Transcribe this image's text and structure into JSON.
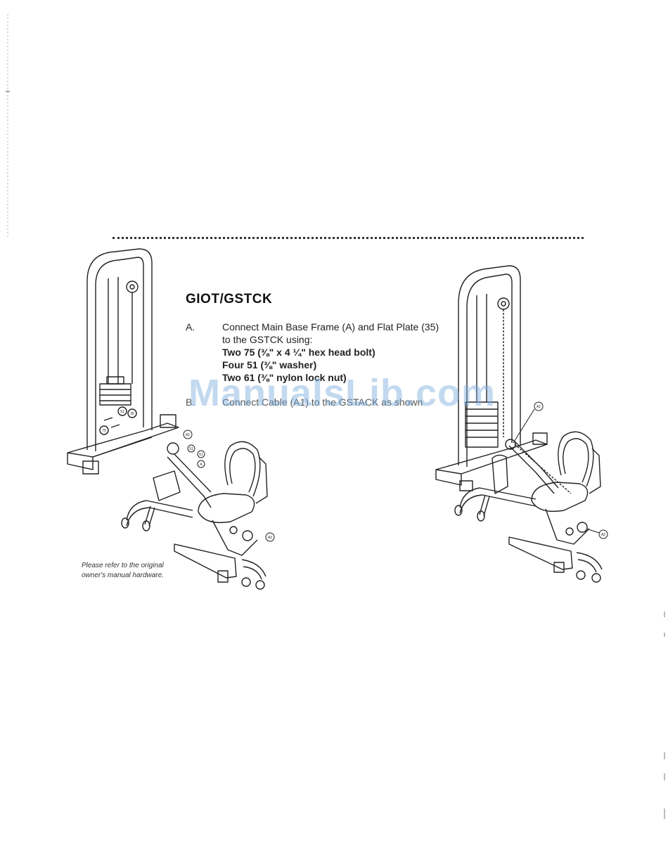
{
  "section": {
    "title": "GIOT/GSTCK"
  },
  "steps": [
    {
      "letter": "A.",
      "lines": [
        "Connect Main Base Frame (A) and Flat Plate (35)",
        "to the GSTCK using:"
      ],
      "bold_lines": [
        "Two 75 (⅜\" x 4 ¼\" hex head bolt)",
        "Four 51 (⅜\" washer)",
        "Two 61 (⅜\" nylon lock nut)"
      ]
    },
    {
      "letter": "B.",
      "text": "Connect Cable (A1) to the GSTACK as shown"
    }
  ],
  "caption": {
    "line1": "Please refer to the original",
    "line2": "owner's manual hardware."
  },
  "watermark": "ManualsLib.com",
  "callouts": {
    "left": [
      "A1",
      "51",
      "61",
      "A",
      "A2",
      "51",
      "35",
      "75"
    ],
    "right": [
      "A1",
      "A2"
    ]
  }
}
